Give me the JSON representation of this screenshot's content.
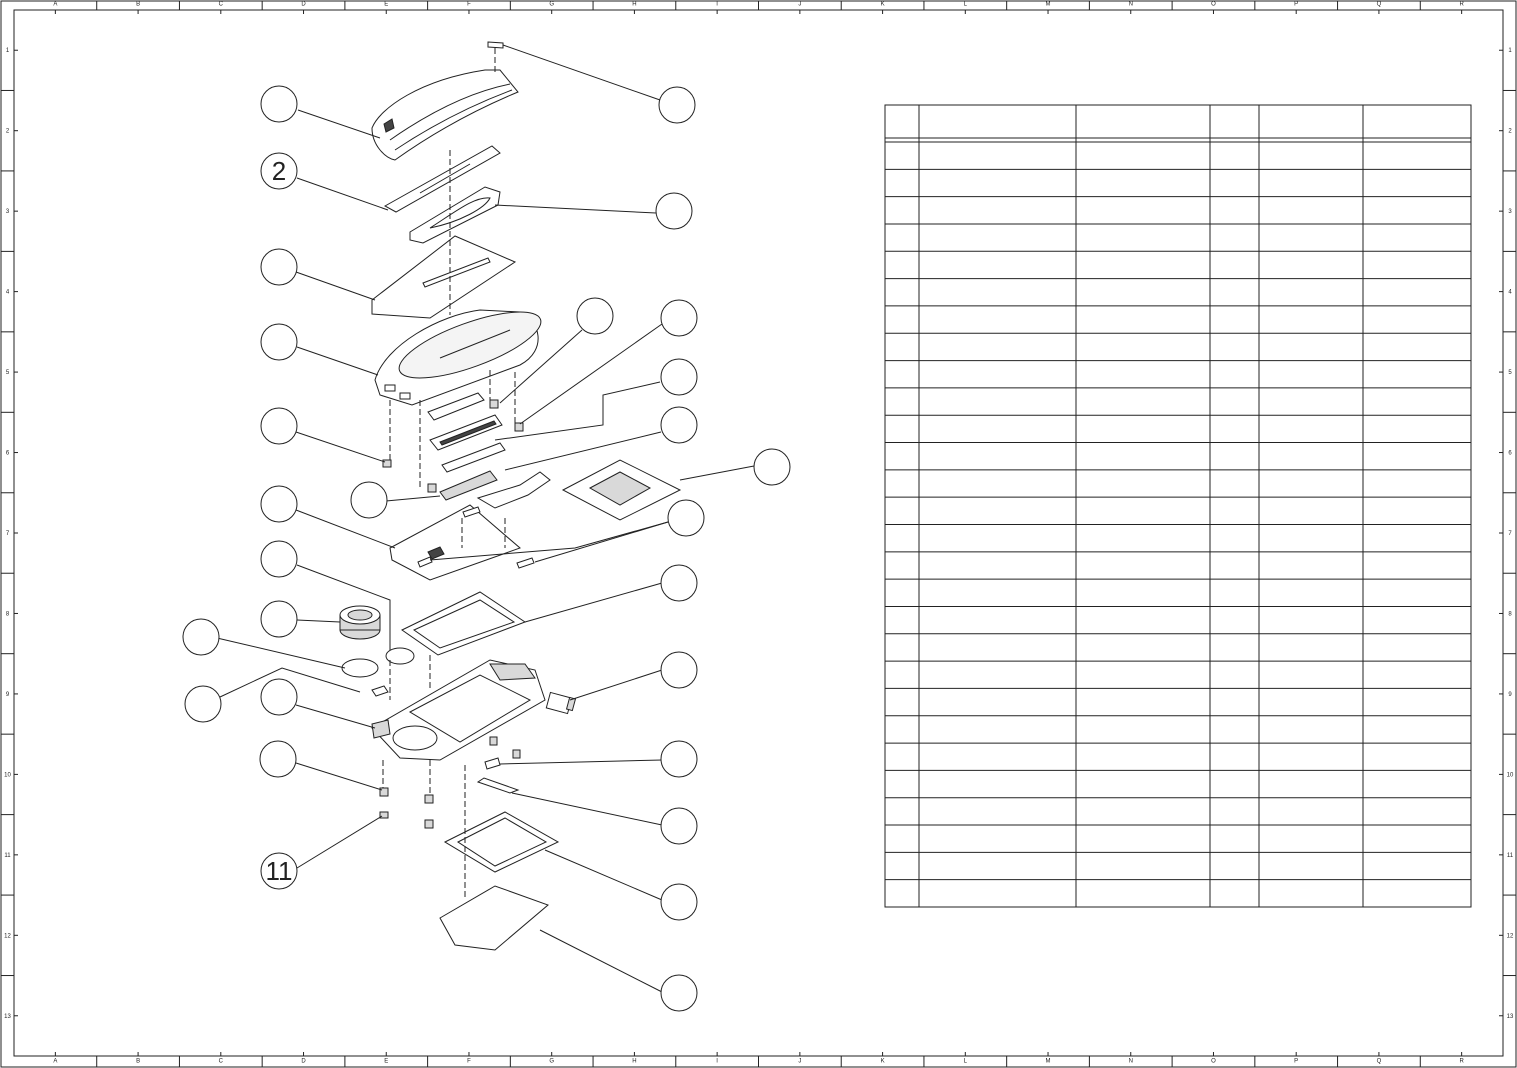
{
  "drawing": {
    "column_zones": [
      "A",
      "B",
      "C",
      "D",
      "E",
      "F",
      "G",
      "H",
      "I",
      "J",
      "K",
      "L",
      "M",
      "N",
      "O",
      "P",
      "Q",
      "R"
    ],
    "row_zones": [
      "1",
      "2",
      "3",
      "4",
      "5",
      "6",
      "7",
      "8",
      "9",
      "10",
      "11",
      "12",
      "13"
    ],
    "callouts": [
      {
        "id": "c-top-right-1",
        "label": ""
      },
      {
        "id": "c-left-1",
        "label": ""
      },
      {
        "id": "c-left-2",
        "label": "2"
      },
      {
        "id": "c-right-2",
        "label": ""
      },
      {
        "id": "c-left-3",
        "label": ""
      },
      {
        "id": "c-left-4",
        "label": ""
      },
      {
        "id": "c-mid-1",
        "label": ""
      },
      {
        "id": "c-right-3",
        "label": ""
      },
      {
        "id": "c-right-4",
        "label": ""
      },
      {
        "id": "c-right-5",
        "label": ""
      },
      {
        "id": "c-left-5",
        "label": ""
      },
      {
        "id": "c-far-right",
        "label": ""
      },
      {
        "id": "c-mid-2",
        "label": ""
      },
      {
        "id": "c-left-6",
        "label": ""
      },
      {
        "id": "c-right-6",
        "label": ""
      },
      {
        "id": "c-left-7",
        "label": ""
      },
      {
        "id": "c-right-7",
        "label": ""
      },
      {
        "id": "c-left-8",
        "label": ""
      },
      {
        "id": "c-far-left-1",
        "label": ""
      },
      {
        "id": "c-right-8",
        "label": ""
      },
      {
        "id": "c-far-left-2",
        "label": ""
      },
      {
        "id": "c-left-9",
        "label": ""
      },
      {
        "id": "c-left-10",
        "label": ""
      },
      {
        "id": "c-right-9",
        "label": ""
      },
      {
        "id": "c-right-10",
        "label": ""
      },
      {
        "id": "c-left-11",
        "label": "11"
      },
      {
        "id": "c-right-11",
        "label": ""
      },
      {
        "id": "c-right-12",
        "label": ""
      }
    ]
  },
  "parts_table": {
    "columns": 6,
    "header_rows": 1,
    "body_rows": 28,
    "cells_text": []
  }
}
